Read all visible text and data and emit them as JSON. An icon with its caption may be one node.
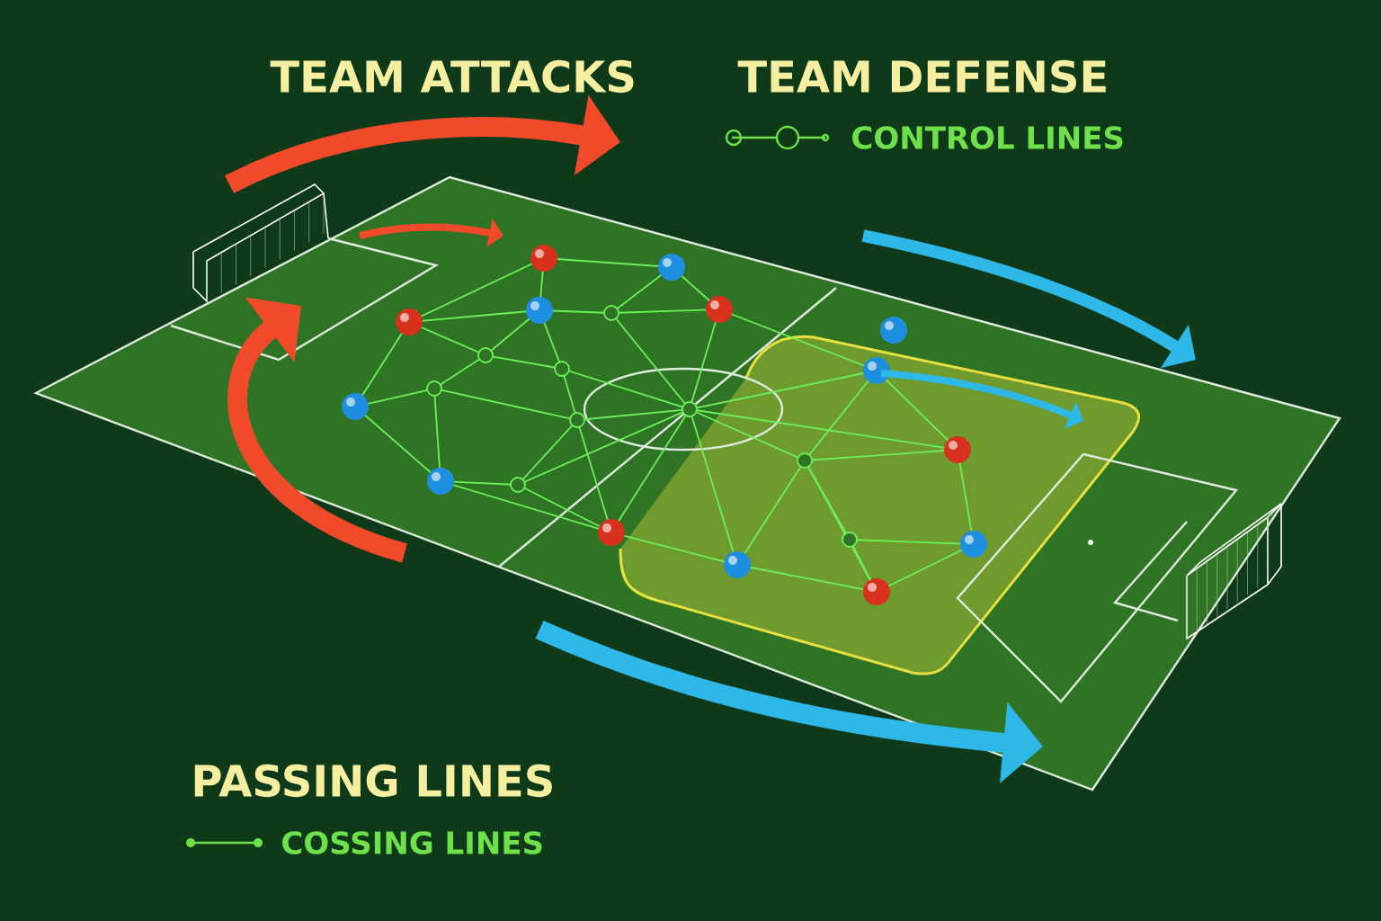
{
  "diagram": {
    "labels": [
      "TEAM ATTACKS",
      "TEAM DEFENSE",
      "PASSING LINES"
    ],
    "legend": [
      {
        "text": "CONTROL LINES"
      },
      {
        "text": "COSSING LINES"
      }
    ]
  }
}
